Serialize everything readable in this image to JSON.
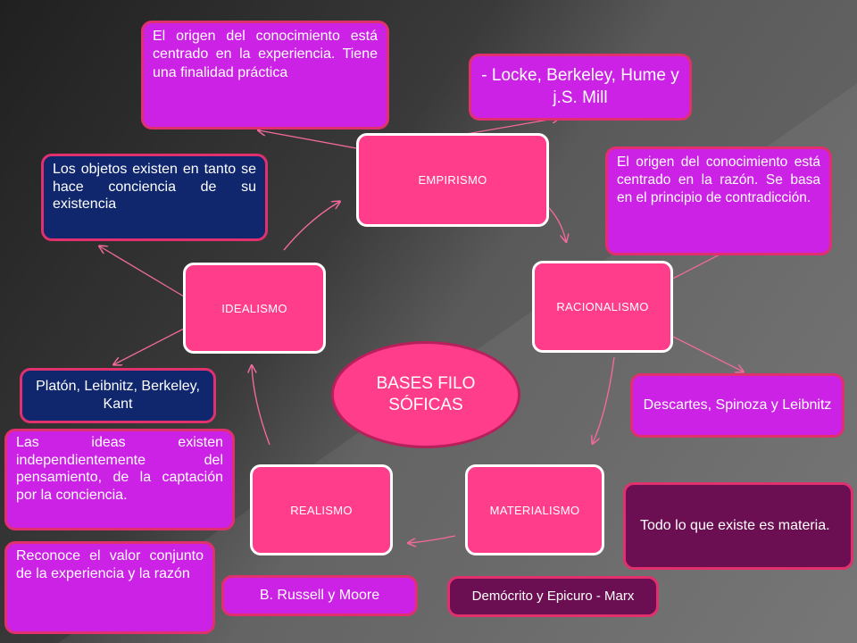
{
  "center": {
    "label": "BASES FILOSÓFICAS"
  },
  "nodes": {
    "empirismo": "EMPIRISMO",
    "racionalismo": "RACIONALISMO",
    "materialismo": "MATERIALISMO",
    "realismo": "REALISMO",
    "idealismo": "IDEALISMO"
  },
  "notes": {
    "empirismo_desc": "El origen del conocimiento está centrado en la experiencia. Tiene una finalidad práctica",
    "empirismo_authors": "- Locke, Berkeley, Hume y j.S. Mill",
    "racionalismo_desc": "El origen del conocimiento está centrado en la razón. Se basa en el principio de contradicción.",
    "racionalismo_authors": "Descartes, Spinoza y Leibnitz",
    "materialismo_desc": "Todo lo que existe es materia.",
    "materialismo_authors": "Demócrito y Epicuro - Marx",
    "realismo_authors": "B. Russell y Moore",
    "realismo_desc": "Reconoce el valor conjunto de la experiencia y la razón",
    "idealismo_desc1": "Los objetos existen en tanto se hace conciencia de su existencia",
    "idealismo_authors": "Platón, Leibnitz, Berkeley, Kant",
    "idealismo_desc2": "Las ideas existen independientemente del pensamiento, de la captación por la conciencia."
  },
  "colors": {
    "node_fill": "#ff3d8b",
    "note_magenta": "#cc22e6",
    "note_navy": "#10276e",
    "note_plum": "#6b0f52",
    "arrow": "#f06a9b"
  }
}
